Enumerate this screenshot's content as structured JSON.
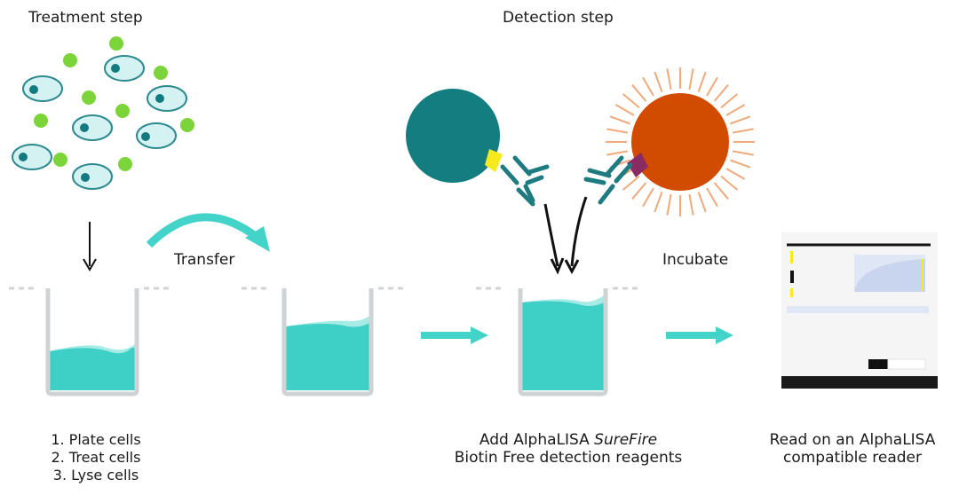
{
  "labels": {
    "treatment_step": "Treatment step",
    "detection_step": "Detection step",
    "transfer": "Transfer",
    "incubate": "Incubate",
    "steps": [
      "1. Plate cells",
      "2. Treat cells",
      "3. Lyse cells"
    ],
    "add_line1_prefix": "Add AlphaLISA ",
    "add_line1_italic": "SureFire",
    "add_line2": "Biotin Free detection reagents",
    "read_line1": "Read on an AlphaLISA",
    "read_line2": "compatible reader"
  },
  "colors": {
    "liquid": "#3ecfc6",
    "liquid_light": "#a6ebe5",
    "well_wall": "#cfd3d6",
    "cell_fill": "#d5f2f2",
    "cell_stroke": "#2d8a8f",
    "nucleus": "#137a80",
    "dot_green": "#7bd43a",
    "arrow_teal": "#43d3c9",
    "donor_bead": "#137d80",
    "acceptor_bead": "#d14b00",
    "acceptor_rays": "#efaa7c",
    "antibody": "#1e7b80",
    "tag_yellow": "#f6ea1e",
    "tag_purple": "#8a2b63",
    "reader_body": "#f5f5f5",
    "reader_base": "#1a1a1a"
  },
  "icons": [
    "cell-icon",
    "donor-bead-icon",
    "acceptor-bead-icon",
    "antibody-icon",
    "plate-reader-icon"
  ]
}
